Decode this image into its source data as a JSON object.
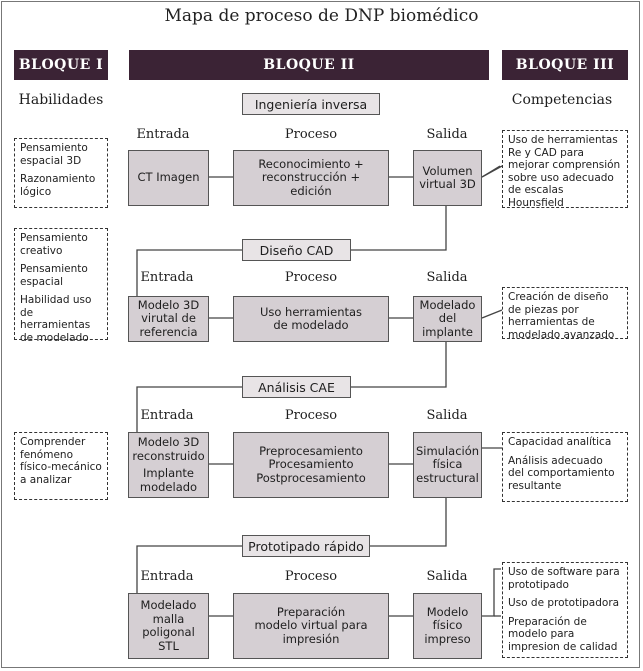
{
  "title": "Mapa de proceso de DNP biomédico",
  "bloques": [
    "BLOQUE I",
    "BLOQUE II",
    "BLOQUE III"
  ],
  "col_headers": {
    "left": "Habilidades",
    "right": "Competencias"
  },
  "labels": {
    "entrada": "Entrada",
    "proceso": "Proceso",
    "salida": "Salida"
  },
  "stages": [
    {
      "name": "Ingeniería inversa",
      "input": [
        "CT Imagen"
      ],
      "process": [
        "Reconocimiento +",
        "reconstrucción +",
        "edición"
      ],
      "output": [
        "Volumen",
        "virtual 3D"
      ],
      "skills": [
        "Pensamiento espacial 3D",
        "Razonamiento lógico"
      ],
      "competencies": [
        "Uso de herramientas Re y CAD para mejorar comprensión sobre uso adecuado de escalas Hounsfield"
      ]
    },
    {
      "name": "Diseño CAD",
      "input": [
        "Modelo 3D",
        "virutal de",
        "referencia"
      ],
      "process": [
        "Uso herramientas",
        "de modelado"
      ],
      "output": [
        "Modelado",
        "del",
        "implante"
      ],
      "skills": [
        "Pensamiento creativo",
        "Pensamiento espacial",
        "Habilidad uso de herramientas de modelado"
      ],
      "competencies": [
        "Creación de diseño de piezas por herramientas de modelado avanzado"
      ]
    },
    {
      "name": "Análisis CAE",
      "input": [
        "Modelo 3D",
        "reconstruido",
        "Implante",
        "modelado"
      ],
      "process": [
        "Preprocesamiento",
        "Procesamiento",
        "Postprocesamiento"
      ],
      "output": [
        "Simulación",
        "física",
        "estructural"
      ],
      "skills": [
        "Comprender fenómeno físico-mecánico a analizar"
      ],
      "competencies": [
        "Capacidad analítica",
        "Análisis adecuado del comportamiento resultante"
      ]
    },
    {
      "name": "Prototipado rápido",
      "input": [
        "Modelado",
        "malla",
        "poligonal",
        "STL"
      ],
      "process": [
        "Preparación",
        "modelo virtual para",
        "impresión"
      ],
      "output": [
        "Modelo",
        "físico",
        "impreso"
      ],
      "skills": [],
      "competencies": [
        "Uso de software para prototipado",
        "Uso de prototipadora",
        "Preparación de modelo para impresion de calidad"
      ]
    }
  ]
}
